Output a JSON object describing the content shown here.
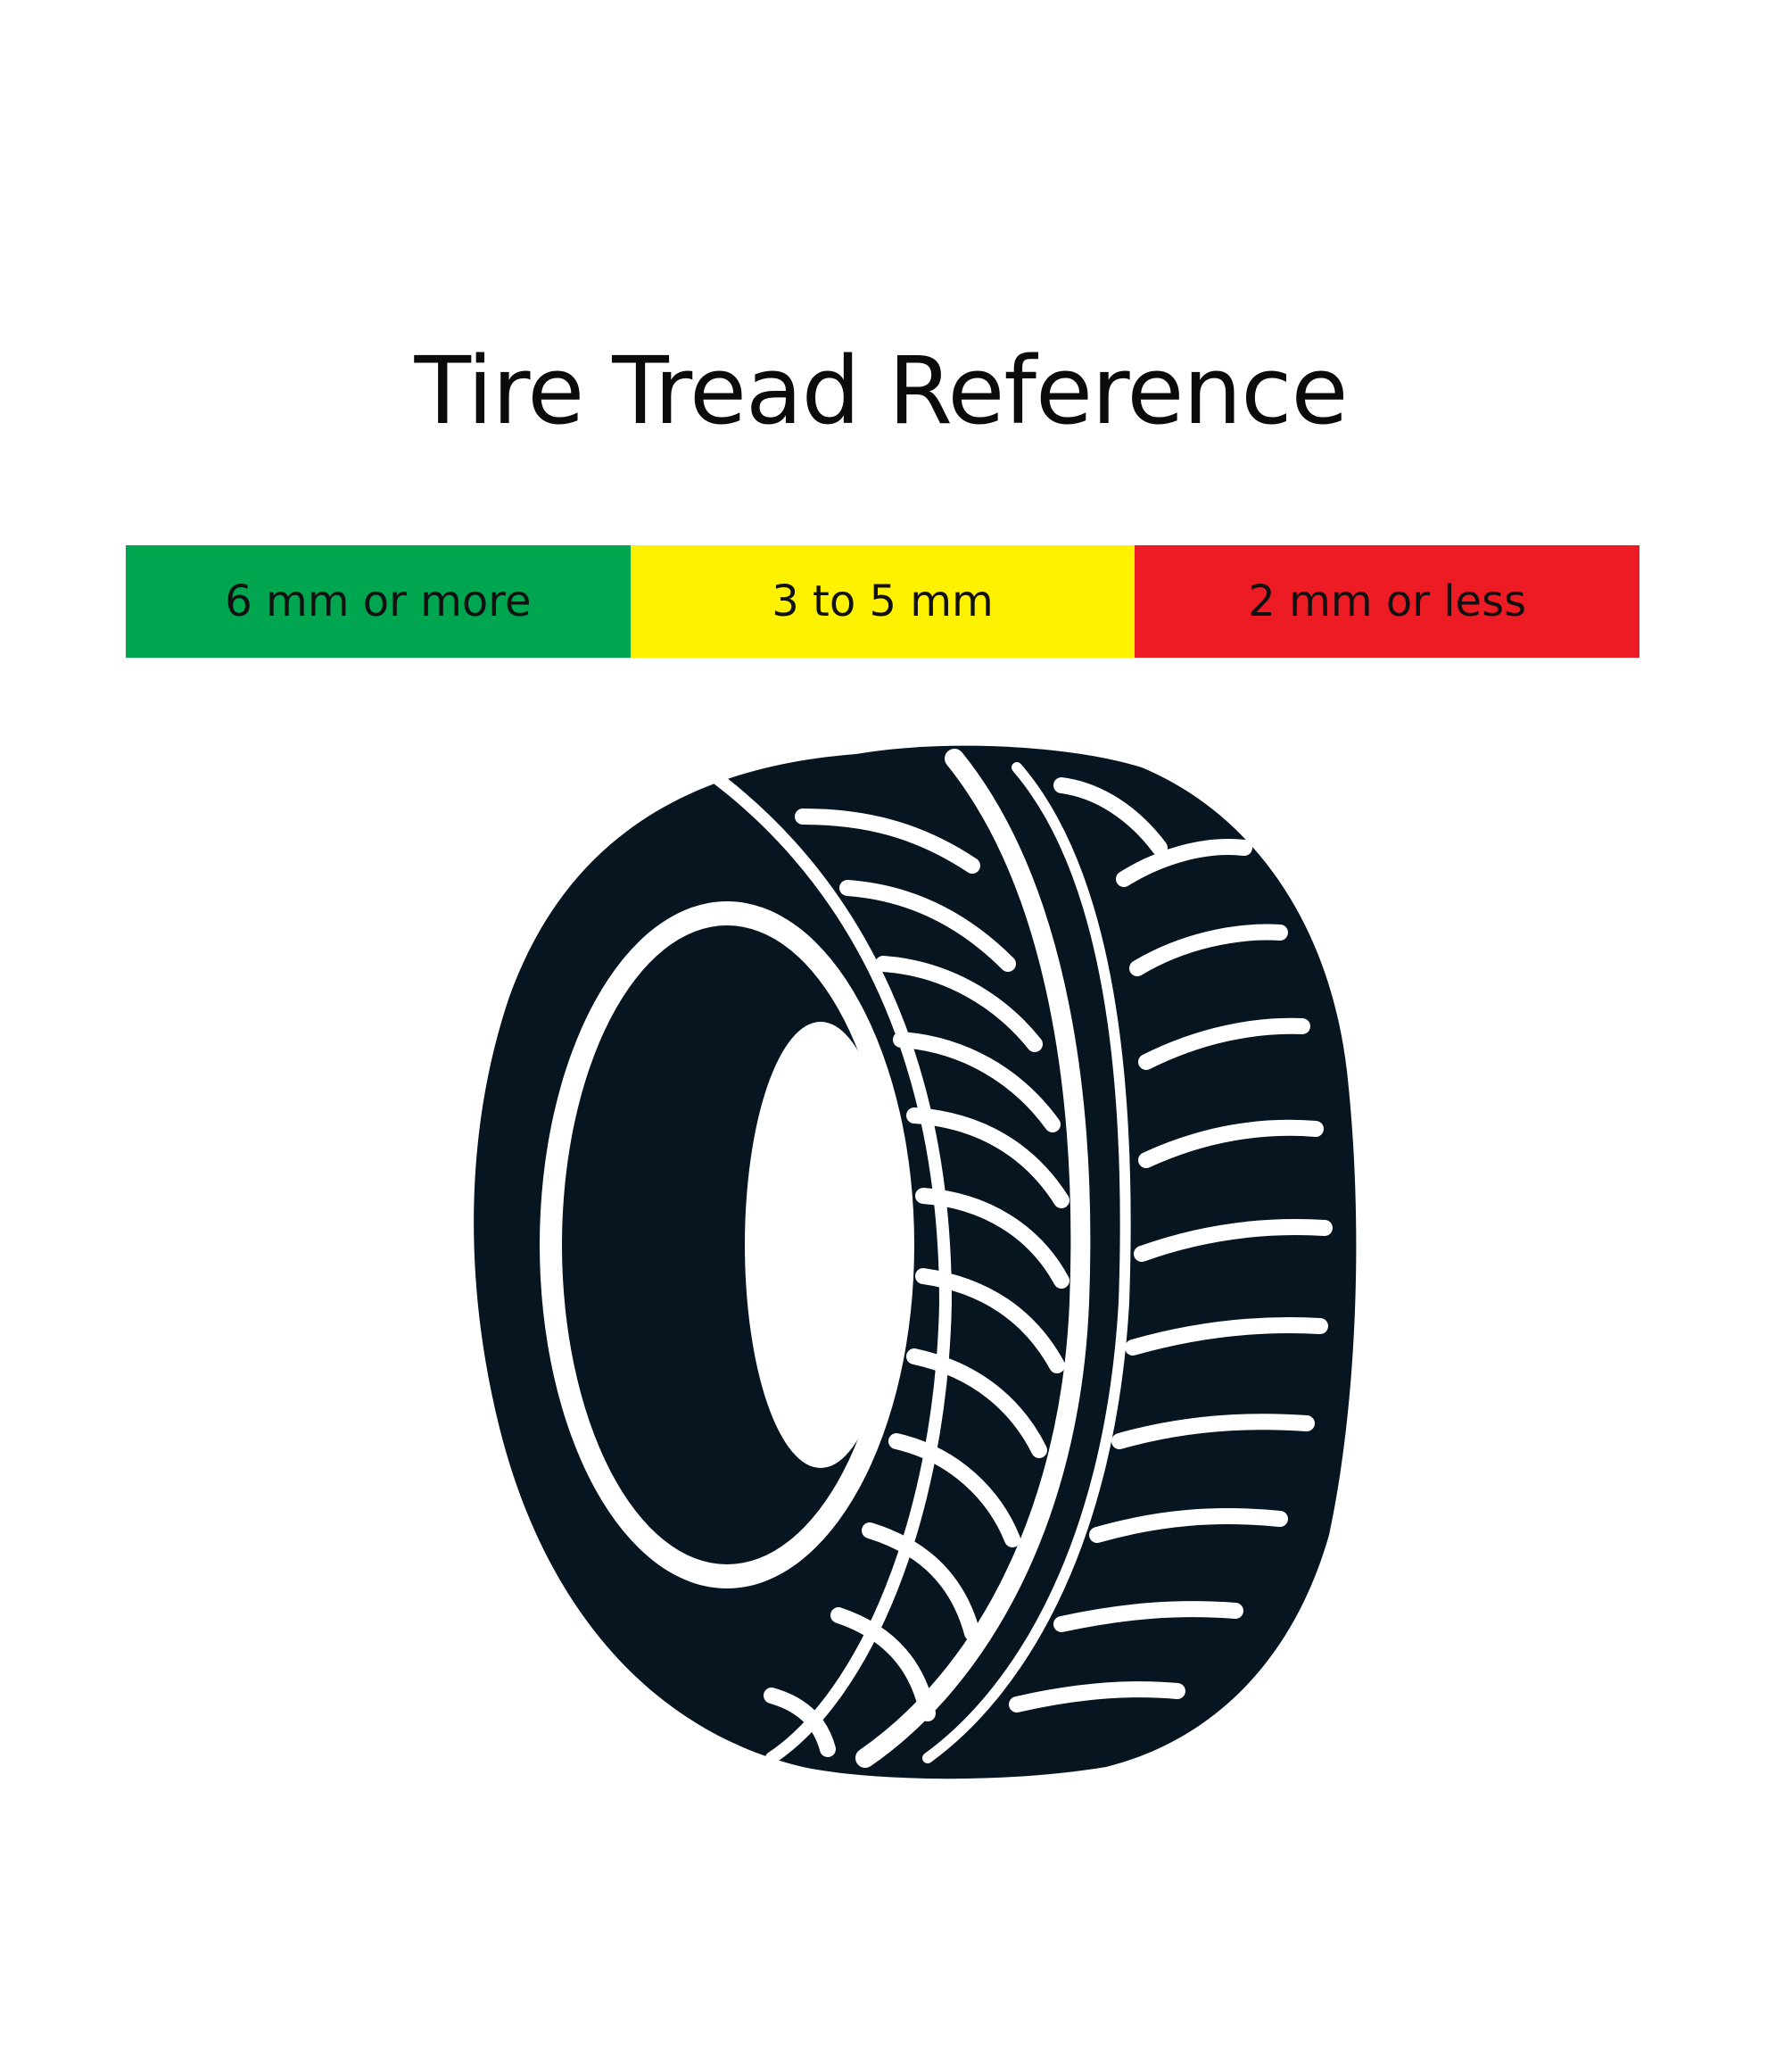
{
  "title": "Tire Tread Reference",
  "legend": [
    {
      "label": "6 mm or more",
      "color": "#00a550"
    },
    {
      "label": "3 to 5 mm",
      "color": "#fff200"
    },
    {
      "label": "2 mm or less",
      "color": "#ed1c24"
    }
  ],
  "tire": {
    "icon": "tire-icon",
    "color": "#061520"
  }
}
